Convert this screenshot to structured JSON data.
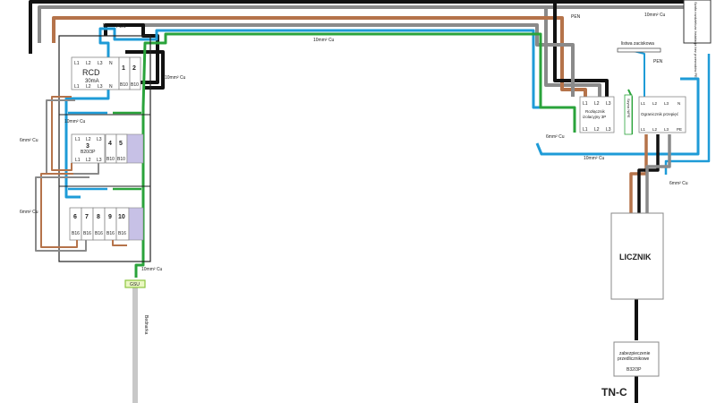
{
  "colors": {
    "brown": "#b5734a",
    "black": "#111111",
    "grey": "#8a8a8a",
    "blue": "#1e9bd7",
    "green": "#2aa33b",
    "lightgreen": "#bfe36b",
    "violet": "#c7c1e6"
  },
  "rcd": {
    "title": "RCD",
    "rating": "30mA",
    "terminals_top": [
      "L1",
      "L2",
      "L3",
      "N"
    ],
    "terminals_bottom": [
      "L1",
      "L2",
      "L3",
      "N"
    ]
  },
  "breakers_row1": [
    {
      "number": "1",
      "rating": "B10"
    },
    {
      "number": "2",
      "rating": "B10"
    }
  ],
  "breaker3": {
    "number": "3",
    "rating": "B20/3P",
    "terminals_top": [
      "L1",
      "L2",
      "L3"
    ],
    "terminals_bottom": [
      "L1",
      "L2",
      "L3"
    ]
  },
  "breakers_row2": [
    {
      "number": "4",
      "rating": "B10"
    },
    {
      "number": "5",
      "rating": "B10"
    }
  ],
  "breakers_row3": [
    {
      "number": "6",
      "rating": "B16"
    },
    {
      "number": "7",
      "rating": "B16"
    },
    {
      "number": "8",
      "rating": "B16"
    },
    {
      "number": "9",
      "rating": "B16"
    },
    {
      "number": "10",
      "rating": "B16"
    }
  ],
  "wire_labels": {
    "pen": "PEN",
    "n": "N",
    "cu10": "10mm² Cu",
    "cu6": "6mm² Cu"
  },
  "gsu": "GSU",
  "ground_rod": "Bednarka",
  "isolator": {
    "line1": "Rozłącznik",
    "line2": "izolacyjny 3P",
    "terminals_top": [
      "L1",
      "L2",
      "L3"
    ],
    "terminals_bottom": [
      "L1",
      "L2",
      "L3"
    ]
  },
  "terminal_strip": "listwa zaciskowa",
  "surge": {
    "label": "Ogranicznik przepięć",
    "terminals_top": [
      "L1",
      "L2",
      "L3",
      "N"
    ],
    "terminals_bottom": [
      "L1",
      "L2",
      "L3",
      "PE"
    ]
  },
  "zero_bar": "Szyna N/PE",
  "external_box": "Szafa rozdzielcza Instalacja bez przewodów PE",
  "meter": "LICZNIK",
  "pre_meter_fuse": {
    "line1": "zabezpieczenie",
    "line2": "przedlicznikowe",
    "rating": "B32/3P"
  },
  "network_type": "TN-C"
}
